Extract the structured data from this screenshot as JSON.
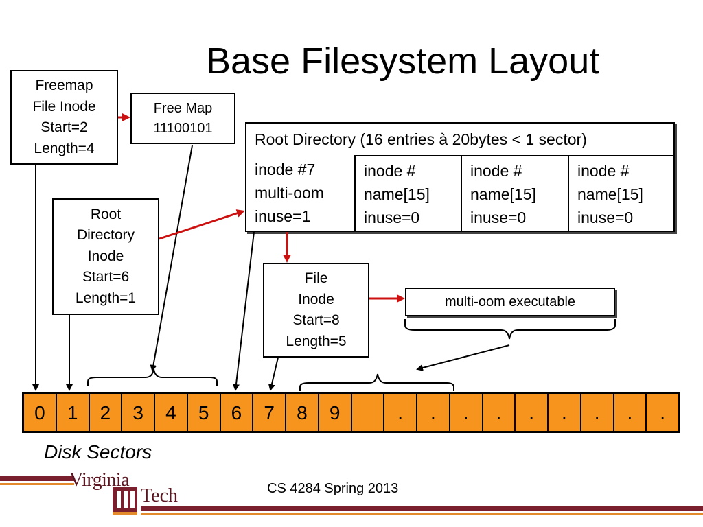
{
  "slide": {
    "title": "Base Filesystem Layout",
    "footer": "CS 4284 Spring 2013"
  },
  "boxes": {
    "freemap_inode": [
      "Freemap",
      "File Inode",
      "Start=2",
      "Length=4"
    ],
    "free_map": [
      "Free Map",
      "11100101"
    ],
    "root_inode": [
      "Root",
      "Directory",
      "Inode",
      "Start=6",
      "Length=1"
    ],
    "file_inode": [
      "File",
      "Inode",
      "Start=8",
      "Length=5"
    ],
    "executable": "multi-oom executable"
  },
  "root_directory": {
    "header": "Root Directory (16 entries à 20bytes < 1 sector)",
    "entries": [
      [
        "inode #7",
        "multi-oom",
        "inuse=1"
      ],
      [
        "inode #",
        "name[15]",
        "inuse=0"
      ],
      [
        "inode #",
        "name[15]",
        "inuse=0"
      ],
      [
        "inode #",
        "name[15]",
        "inuse=0"
      ]
    ]
  },
  "disk": {
    "label": "Disk Sectors",
    "sectors": [
      "0",
      "1",
      "2",
      "3",
      "4",
      "5",
      "6",
      "7",
      "8",
      "9",
      "",
      ".",
      ".",
      ".",
      ".",
      ".",
      ".",
      ".",
      ".",
      "."
    ],
    "color": "#f7941d"
  },
  "logo": {
    "line1": "Virginia",
    "line2": "Tech",
    "colors": {
      "maroon": "#7a1f2e",
      "orange": "#e28a2c"
    }
  },
  "arrow_color": "#cc1111"
}
